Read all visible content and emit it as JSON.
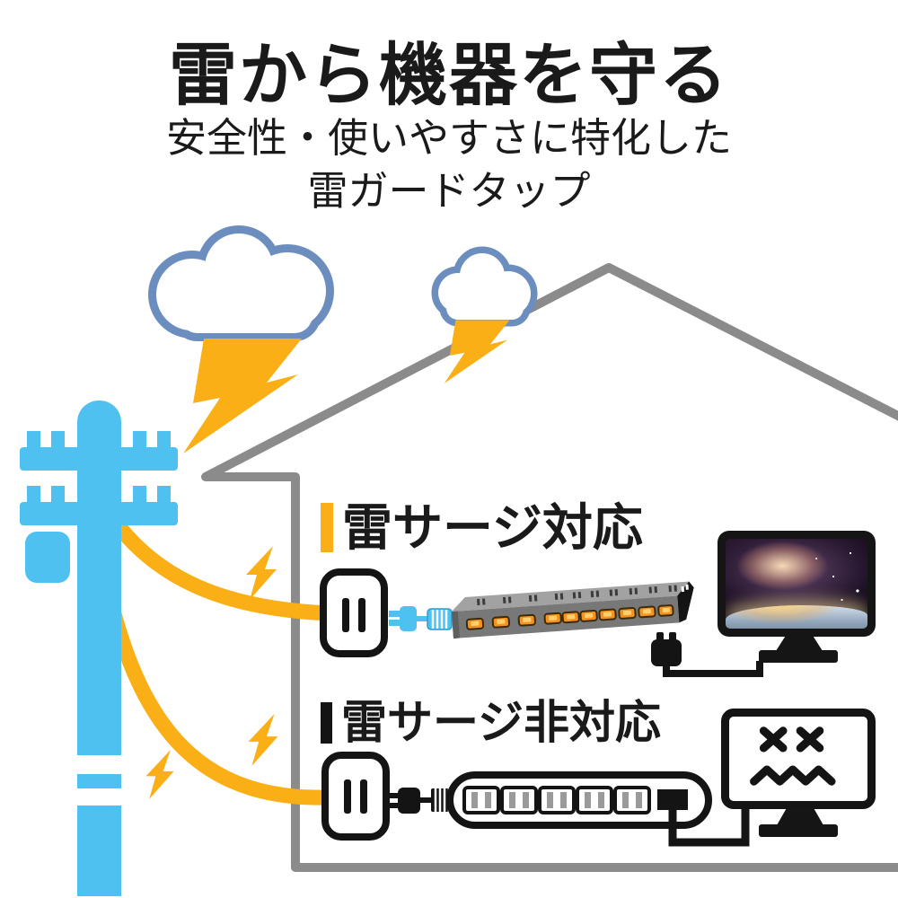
{
  "header": {
    "title": "雷から機器を守る",
    "subtitle_line1": "安全性・使いやすさに特化した",
    "subtitle_line2": "雷ガードタップ"
  },
  "sections": {
    "protected": {
      "label": "雷サージ対応",
      "marker_color": "#FBAF17"
    },
    "unprotected": {
      "label": "雷サージ非対応",
      "marker_color": "#141414"
    }
  },
  "icons": {
    "storm_cloud_large": "outlined cumulus cloud",
    "storm_cloud_small": "outlined cumulus cloud",
    "lightning_bolt_large": "filled lightning bolt striking utility pole",
    "lightning_bolt_medium": "filled lightning bolt striking roof",
    "surge_spark_1": "small lightning spark on upper power line",
    "surge_spark_2": "small lightning spark on lower power line",
    "surge_spark_3": "small lightning spark on pole",
    "utility_pole": "blue utility pole with crossarms and transformer",
    "house_outline": "gray house silhouette",
    "wall_outlet": "two-slot wall outlet",
    "surge_protected_strip": "gray 10-outlet surge protector strip with lit orange outlets",
    "regular_strip": "white 5-outlet power strip outline",
    "monitor_ok": "monitor displaying galaxy image",
    "monitor_dead": "monitor with X X eyes and zigzag mouth"
  },
  "colors": {
    "ink": "#1a1a1a",
    "yellow": "#FBAF17",
    "pole_blue": "#4EC1F0",
    "cloud_outline": "#6C8EBF",
    "house_gray": "#8B8B8B",
    "black": "#141414",
    "strip_top": "#A2A2A2",
    "strip_front": "#787878",
    "strip_edge": "#5F5F5F",
    "outlet_orange": "#F6921E",
    "outlet_glow": "#FFCF6E",
    "slot_gray": "#9A9A9A"
  }
}
